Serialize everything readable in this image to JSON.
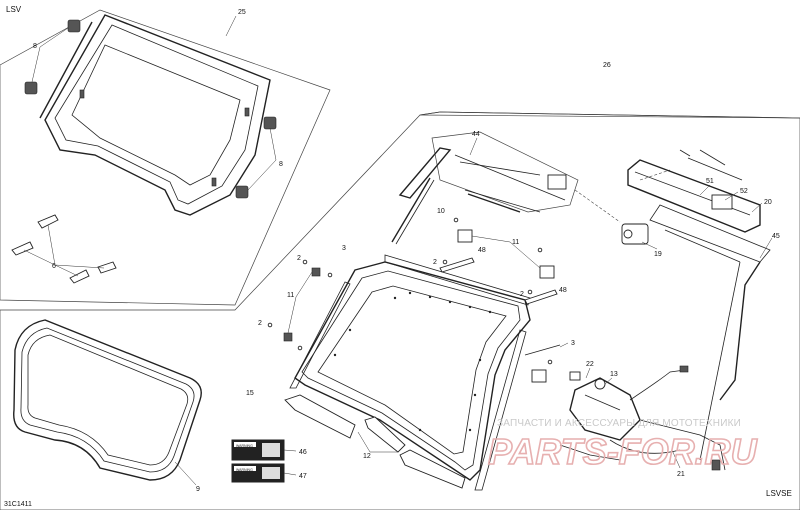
{
  "diagram": {
    "corner_labels": {
      "top_left": "LSV",
      "bottom_left": "31C1411",
      "bottom_right": "LSVSE"
    },
    "callouts": {
      "c25": "25",
      "c8a": "8",
      "c8b": "8",
      "c6": "6",
      "c26": "26",
      "c44": "44",
      "c10": "10",
      "c11a": "11",
      "c11b": "11",
      "c48a": "48",
      "c48b": "48",
      "c2a": "2",
      "c2b": "2",
      "c2c": "2",
      "c2d": "2",
      "c3a": "3",
      "c3b": "3",
      "c15": "15",
      "c12": "12",
      "c46": "46",
      "c47": "47",
      "c9": "9",
      "c22": "22",
      "c13": "13",
      "c21": "21",
      "c19": "19",
      "c51": "51",
      "c52": "52",
      "c20": "20",
      "c45": "45"
    },
    "decals": {
      "d1": "WARNING",
      "d2": "WARNING"
    }
  },
  "watermark": {
    "line1": "ЗАПЧАСТИ И АКСЕССУАРЫ ДЛЯ МОТОТЕХНИКИ",
    "line2": "PARTS-FOR.RU"
  }
}
